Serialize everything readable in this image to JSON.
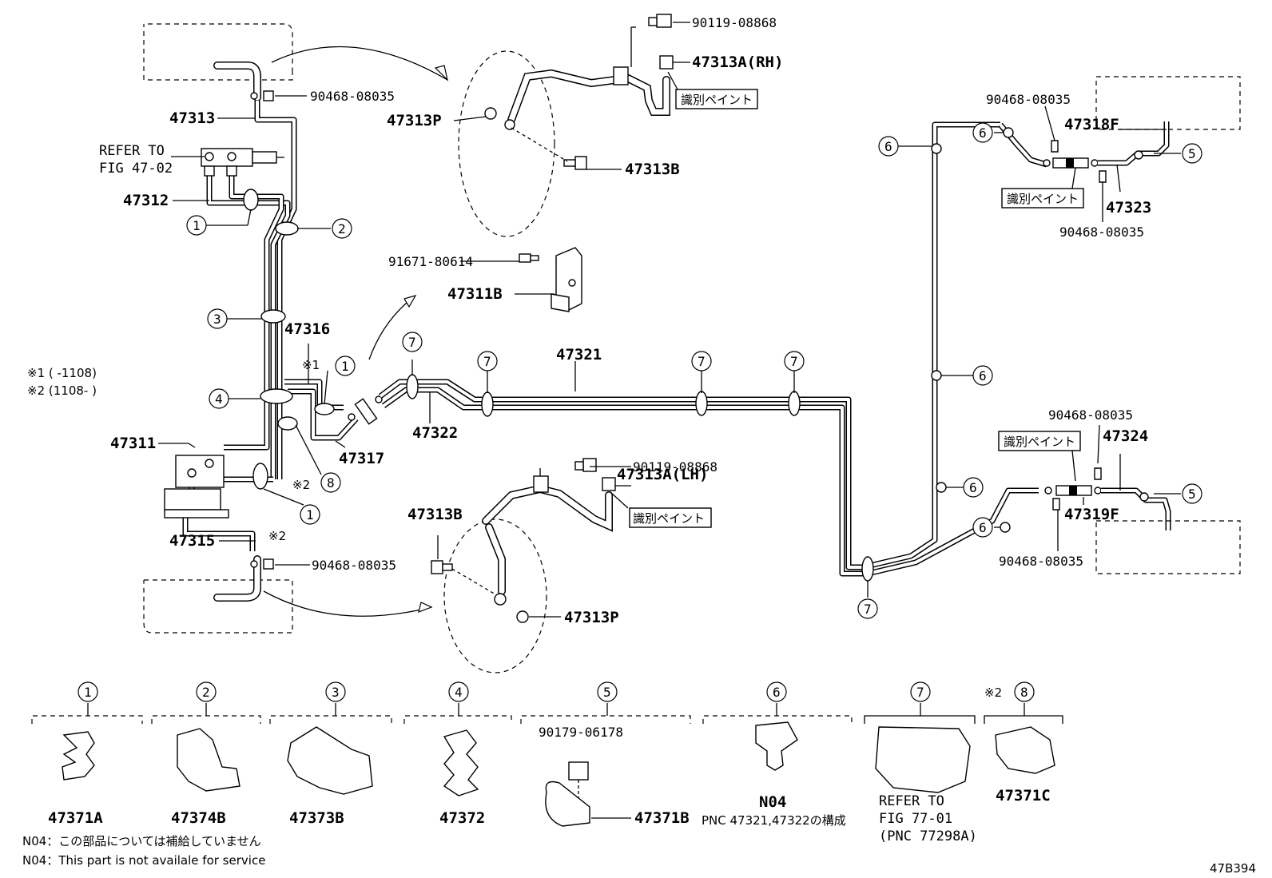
{
  "diagram_id": "47B394",
  "labels": {
    "p47313": "47313",
    "p47312": "47312",
    "p47311": "47311",
    "p47315": "47315",
    "p47316": "47316",
    "p47317": "47317",
    "p47322": "47322",
    "p47321": "47321",
    "p47311B": "47311B",
    "p47313P_top": "47313P",
    "p47313P_bot": "47313P",
    "p47313B_top": "47313B",
    "p47313B_bot": "47313B",
    "p47313A_RH": "47313A(RH)",
    "p47313A_LH": "47313A(LH)",
    "p47318F": "47318F",
    "p47319F": "47319F",
    "p47323": "47323",
    "p47324": "47324",
    "bolt_91671": "91671-80614",
    "bolt_90119_top": "90119-08868",
    "bolt_90119_bot": "90119-08868",
    "clip_90468_a": "90468-08035",
    "clip_90468_b": "90468-08035",
    "clip_90468_c": "90468-08035",
    "clip_90468_d": "90468-08035",
    "clip_90468_e": "90468-08035",
    "clip_90468_f": "90468-08035",
    "paint_1": "識別ペイント",
    "paint_2": "識別ペイント",
    "paint_3": "識別ペイント",
    "paint_4": "識別ペイント",
    "refer_1_line1": "REFER TO",
    "refer_1_line2": "FIG 47-02",
    "note_1": "※1 (      -1108)",
    "note_2": "※2 (1108-      )",
    "mark_1": "※1",
    "mark_2a": "※2",
    "mark_2b": "※2",
    "mark_2c": "※2"
  },
  "callouts": [
    "1",
    "2",
    "3",
    "4",
    "5",
    "6",
    "7",
    "8"
  ],
  "legend": [
    {
      "num": "1",
      "part": "47371A"
    },
    {
      "num": "2",
      "part": "47374B"
    },
    {
      "num": "3",
      "part": "47373B"
    },
    {
      "num": "4",
      "part": "47372"
    },
    {
      "num": "5",
      "part": "47371B",
      "sub": "90179-06178"
    },
    {
      "num": "6",
      "part": "N04",
      "sub": "PNC 47321,47322の構成"
    },
    {
      "num": "7",
      "part": "REFER TO",
      "sub": "FIG 77-01",
      "sub2": "(PNC 77298A)"
    },
    {
      "num": "8",
      "part": "47371C",
      "prefix": "※2"
    }
  ],
  "footnotes": {
    "jp": "N04：この部品については補給していません",
    "en": "N04：This part is not availale for service"
  }
}
